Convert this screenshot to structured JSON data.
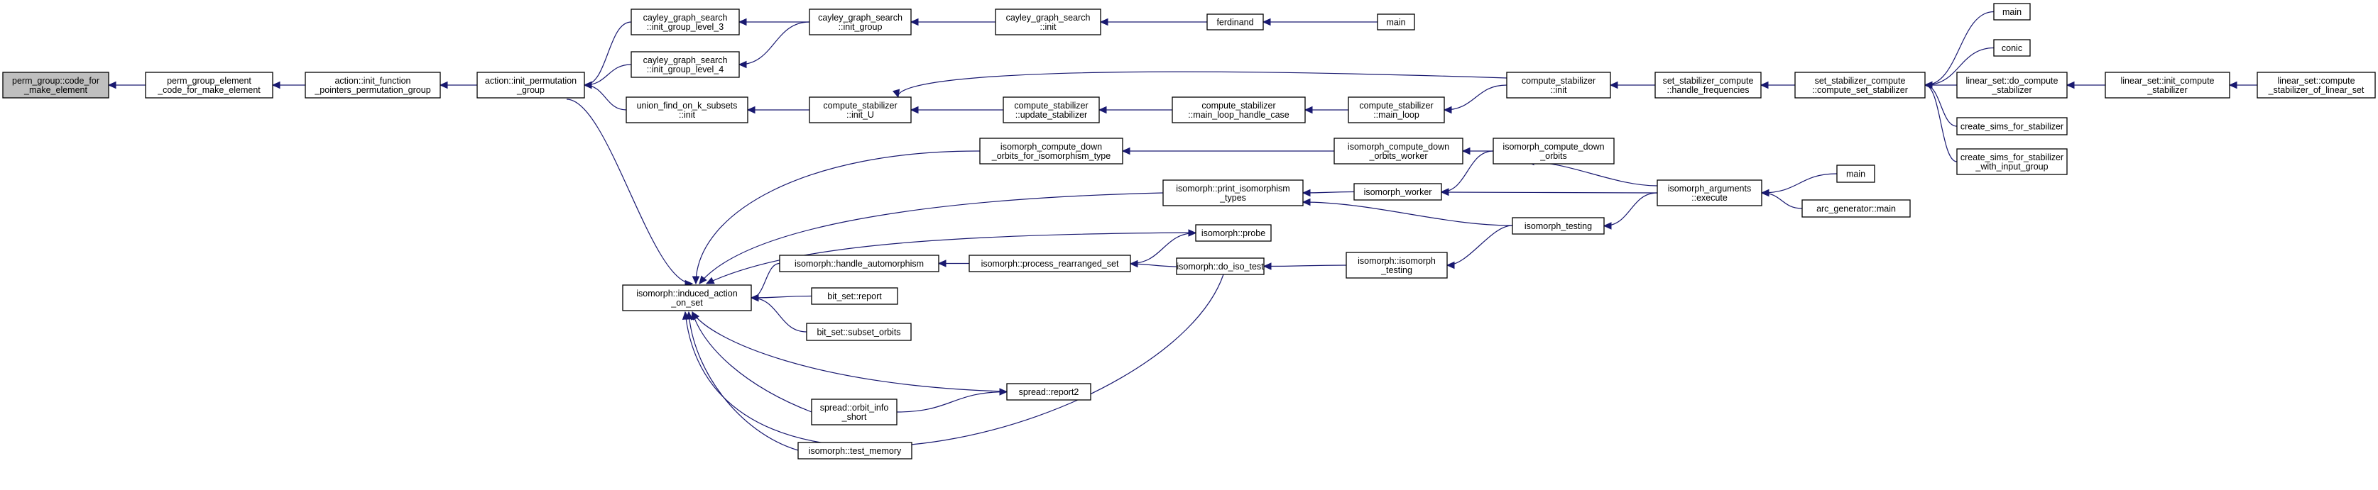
{
  "nodes": {
    "n0": [
      "perm_group::code_for",
      "_make_element"
    ],
    "n1": [
      "perm_group_element",
      "_code_for_make_element"
    ],
    "n2": [
      "action::init_function",
      "_pointers_permutation_group"
    ],
    "n3": [
      "action::init_permutation",
      "_group"
    ],
    "n4": [
      "cayley_graph_search",
      "::init_group_level_3"
    ],
    "n5": [
      "cayley_graph_search",
      "::init_group_level_4"
    ],
    "n6": [
      "cayley_graph_search",
      "::init_group"
    ],
    "n7": [
      "cayley_graph_search",
      "::init"
    ],
    "n8": [
      "ferdinand"
    ],
    "n9": [
      "main"
    ],
    "n10": [
      "union_find_on_k_subsets",
      "::init"
    ],
    "n11": [
      "compute_stabilizer",
      "::init_U"
    ],
    "n12": [
      "compute_stabilizer",
      "::update_stabilizer"
    ],
    "n13": [
      "compute_stabilizer",
      "::main_loop_handle_case"
    ],
    "n14": [
      "compute_stabilizer",
      "::main_loop"
    ],
    "n15": [
      "compute_stabilizer",
      "::init"
    ],
    "n16": [
      "set_stabilizer_compute",
      "::handle_frequencies"
    ],
    "n17": [
      "set_stabilizer_compute",
      "::compute_set_stabilizer"
    ],
    "n18": [
      "main"
    ],
    "n19": [
      "conic"
    ],
    "n20": [
      "linear_set::do_compute",
      "_stabilizer"
    ],
    "n21": [
      "linear_set::init_compute",
      "_stabilizer"
    ],
    "n22": [
      "linear_set::compute",
      "_stabilizer_of_linear_set"
    ],
    "n23": [
      "create_sims_for_stabilizer"
    ],
    "n24": [
      "create_sims_for_stabilizer",
      "_with_input_group"
    ],
    "n25": [
      "isomorph::induced_action",
      "_on_set"
    ],
    "n26": [
      "isomorph_compute_down",
      "_orbits_for_isomorphism_type"
    ],
    "n27": [
      "isomorph_compute_down",
      "_orbits_worker"
    ],
    "n28": [
      "isomorph_compute_down",
      "_orbits"
    ],
    "n29": [
      "isomorph::print_isomorphism",
      "_types"
    ],
    "n30": [
      "isomorph_worker"
    ],
    "n31": [
      "isomorph_arguments",
      "::execute"
    ],
    "n32": [
      "main"
    ],
    "n33": [
      "arc_generator::main"
    ],
    "n34": [
      "isomorph_testing"
    ],
    "n35": [
      "isomorph::probe"
    ],
    "n36": [
      "isomorph::handle_automorphism"
    ],
    "n37": [
      "isomorph::process_rearranged_set"
    ],
    "n38": [
      "isomorph::do_iso_test"
    ],
    "n39": [
      "isomorph::isomorph",
      "_testing"
    ],
    "n40": [
      "bit_set::report"
    ],
    "n41": [
      "bit_set::subset_orbits"
    ],
    "n42": [
      "spread::report2"
    ],
    "n43": [
      "spread::orbit_info",
      "_short"
    ],
    "n44": [
      "isomorph::test_memory"
    ]
  },
  "edges": [
    [
      "n1",
      "n0"
    ],
    [
      "n2",
      "n1"
    ],
    [
      "n3",
      "n2"
    ],
    [
      "n4",
      "n3"
    ],
    [
      "n5",
      "n3"
    ],
    [
      "n10",
      "n3"
    ],
    [
      "n25",
      "n3"
    ],
    [
      "n6",
      "n4"
    ],
    [
      "n6",
      "n5"
    ],
    [
      "n7",
      "n6"
    ],
    [
      "n8",
      "n7"
    ],
    [
      "n9",
      "n8"
    ],
    [
      "n11",
      "n10"
    ],
    [
      "n12",
      "n11"
    ],
    [
      "n15",
      "n11"
    ],
    [
      "n13",
      "n12"
    ],
    [
      "n14",
      "n13"
    ],
    [
      "n15",
      "n14"
    ],
    [
      "n16",
      "n15"
    ],
    [
      "n17",
      "n16"
    ],
    [
      "n18",
      "n17"
    ],
    [
      "n19",
      "n17"
    ],
    [
      "n20",
      "n17"
    ],
    [
      "n23",
      "n17"
    ],
    [
      "n24",
      "n17"
    ],
    [
      "n21",
      "n20"
    ],
    [
      "n22",
      "n21"
    ],
    [
      "n26",
      "n25"
    ],
    [
      "n29",
      "n25"
    ],
    [
      "n35",
      "n25"
    ],
    [
      "n36",
      "n25"
    ],
    [
      "n40",
      "n25"
    ],
    [
      "n41",
      "n25"
    ],
    [
      "n42",
      "n25"
    ],
    [
      "n43",
      "n25"
    ],
    [
      "n44",
      "n25"
    ],
    [
      "n38",
      "n25"
    ],
    [
      "n27",
      "n26"
    ],
    [
      "n28",
      "n27"
    ],
    [
      "n31",
      "n28"
    ],
    [
      "n30",
      "n29"
    ],
    [
      "n34",
      "n29"
    ],
    [
      "n28",
      "n30"
    ],
    [
      "n31",
      "n30"
    ],
    [
      "n32",
      "n31"
    ],
    [
      "n33",
      "n31"
    ],
    [
      "n31",
      "n34"
    ],
    [
      "n37",
      "n35"
    ],
    [
      "n37",
      "n36"
    ],
    [
      "n38",
      "n37"
    ],
    [
      "n39",
      "n38"
    ],
    [
      "n34",
      "n39"
    ],
    [
      "n43",
      "n42"
    ]
  ]
}
